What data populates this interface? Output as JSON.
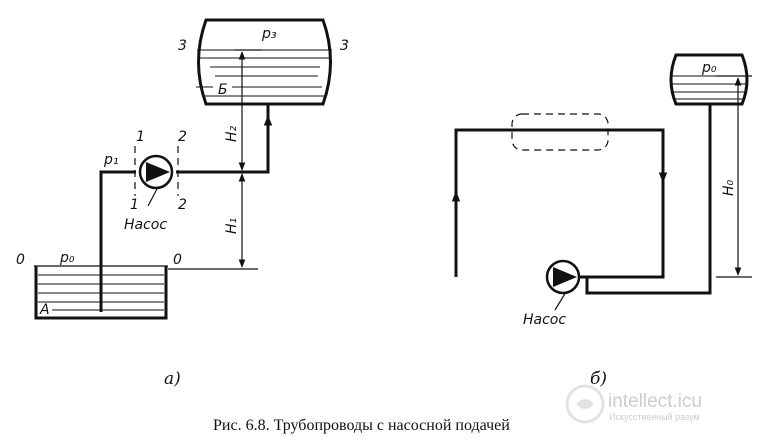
{
  "diagram_a": {
    "label_p3": "p₃",
    "label_3_left": "3",
    "label_3_right": "3",
    "label_b": "Б",
    "label_1_top": "1",
    "label_2_top": "2",
    "label_1_bottom": "1",
    "label_2_bottom": "2",
    "label_p1": "p₁",
    "label_pump": "Насос",
    "label_h2": "H₂",
    "label_h1": "H₁",
    "label_0_left": "0",
    "label_0_right": "0",
    "label_p0": "p₀",
    "label_a": "A",
    "sublabel": "а)"
  },
  "diagram_b": {
    "label_p0": "p₀",
    "label_h0": "H₀",
    "label_pump": "Насос",
    "sublabel": "б)"
  },
  "caption": "Рис. 6.8. Трубопроводы с насосной подачей",
  "watermark": {
    "title": "intellect.icu",
    "subtitle": "Искусственный разум",
    "accent_color": "#c9ccd3"
  }
}
